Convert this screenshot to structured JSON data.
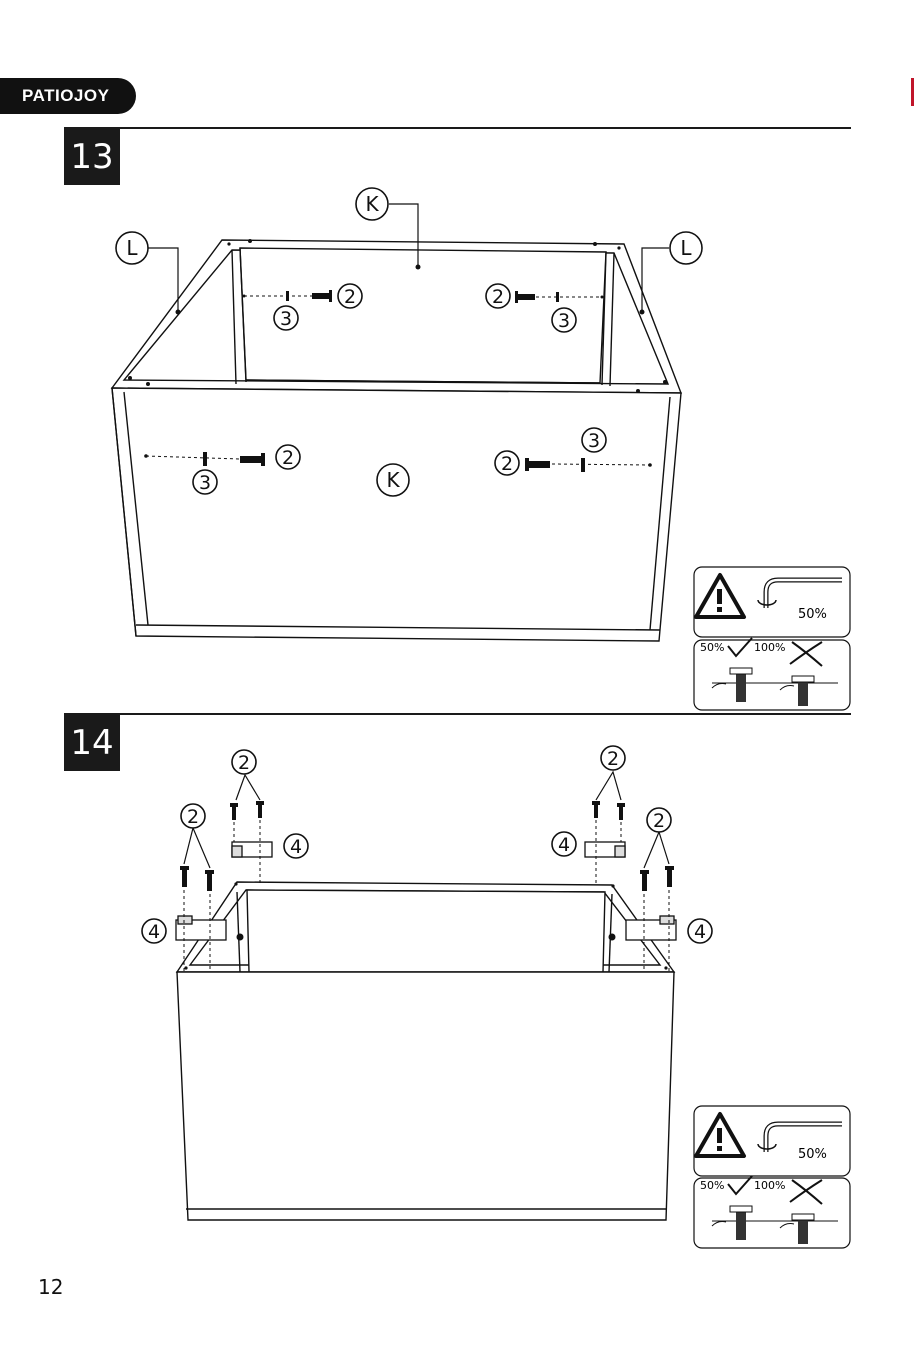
{
  "brand": {
    "logo_text": "PATIOJOY"
  },
  "page_number": "12",
  "steps": [
    {
      "number": "13",
      "part_labels": [
        "K",
        "L",
        "L",
        "K"
      ],
      "hardware_labels": [
        "2",
        "3",
        "2",
        "3",
        "2",
        "3",
        "2",
        "3"
      ],
      "torque_warning": {
        "tighten_percent": "50%",
        "correct_percent": "50%",
        "wrong_percent": "100%"
      }
    },
    {
      "number": "14",
      "hardware_labels": [
        "2",
        "2",
        "2",
        "2",
        "4",
        "4",
        "4",
        "4"
      ],
      "torque_warning": {
        "tighten_percent": "50%",
        "correct_percent": "50%",
        "wrong_percent": "100%"
      }
    }
  ],
  "icons": [
    "warning-triangle-icon",
    "allen-key-icon",
    "rotate-arrow-icon",
    "checkmark-icon",
    "cross-icon",
    "hand-icon",
    "screw-icon"
  ]
}
